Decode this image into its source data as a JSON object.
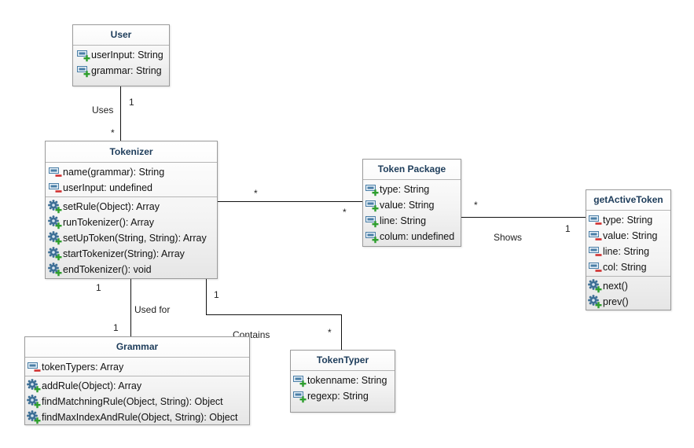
{
  "colors": {
    "title": "#1d3c5a",
    "border": "#9a9a9a",
    "public_badge": "#2e9e2e",
    "private_badge": "#d03030",
    "field_icon": "#4a7ea6",
    "method_icon": "#3d6f96"
  },
  "classes": [
    {
      "id": "user",
      "name": "User",
      "attributes": [
        {
          "text": "userInput: String",
          "icon": "public-field-icon"
        },
        {
          "text": "grammar: String",
          "icon": "public-field-icon"
        }
      ],
      "operations": []
    },
    {
      "id": "tokenizer",
      "name": "Tokenizer",
      "attributes": [
        {
          "text": "name(grammar): String",
          "icon": "private-field-icon"
        },
        {
          "text": "userInput: undefined",
          "icon": "private-field-icon"
        }
      ],
      "operations": [
        {
          "text": "setRule(Object): Array",
          "icon": "public-method-icon"
        },
        {
          "text": "runTokenizer(): Array",
          "icon": "public-method-icon"
        },
        {
          "text": "setUpToken(String, String): Array",
          "icon": "public-method-icon"
        },
        {
          "text": "startTokenizer(String): Array",
          "icon": "public-method-icon"
        },
        {
          "text": "endTokenizer(): void",
          "icon": "public-method-icon"
        }
      ]
    },
    {
      "id": "token-package",
      "name": "Token Package",
      "attributes": [
        {
          "text": "type: String",
          "icon": "public-field-icon"
        },
        {
          "text": "value: String",
          "icon": "public-field-icon"
        },
        {
          "text": "line: String",
          "icon": "public-field-icon"
        },
        {
          "text": "colum: undefined",
          "icon": "public-field-icon"
        }
      ],
      "operations": []
    },
    {
      "id": "get-active-token",
      "name": "getActiveToken",
      "attributes": [
        {
          "text": "type: String",
          "icon": "private-field-icon"
        },
        {
          "text": "value: String",
          "icon": "private-field-icon"
        },
        {
          "text": "line: String",
          "icon": "private-field-icon"
        },
        {
          "text": "col: String",
          "icon": "private-field-icon"
        }
      ],
      "operations": [
        {
          "text": "next()",
          "icon": "public-method-icon"
        },
        {
          "text": "prev()",
          "icon": "public-method-icon"
        }
      ]
    },
    {
      "id": "grammar",
      "name": "Grammar",
      "attributes": [
        {
          "text": "tokenTypers: Array",
          "icon": "private-field-icon"
        }
      ],
      "operations": [
        {
          "text": "addRule(Object): Array",
          "icon": "public-method-icon"
        },
        {
          "text": "findMatchningRule(Object, String): Object",
          "icon": "public-method-icon"
        },
        {
          "text": "findMaxIndexAndRule(Object, String): Object",
          "icon": "public-method-icon"
        }
      ]
    },
    {
      "id": "token-typer",
      "name": "TokenTyper",
      "attributes": [
        {
          "text": "tokenname: String",
          "icon": "public-field-icon"
        },
        {
          "text": "regexp: String",
          "icon": "public-field-icon"
        }
      ],
      "operations": []
    }
  ],
  "associations": [
    {
      "id": "user-tokenizer",
      "label": "Uses",
      "mult_a": "1",
      "mult_b": "*"
    },
    {
      "id": "tokenizer-token-package",
      "label": "",
      "mult_a": "*",
      "mult_b": "*"
    },
    {
      "id": "token-package-get-active-token",
      "label": "Shows",
      "mult_a": "*",
      "mult_b": "1"
    },
    {
      "id": "tokenizer-grammar",
      "label": "Used for",
      "mult_a": "1",
      "mult_b": "1"
    },
    {
      "id": "tokenizer-token-typer",
      "label": "Contains",
      "mult_a": "1",
      "mult_b": "*"
    }
  ]
}
